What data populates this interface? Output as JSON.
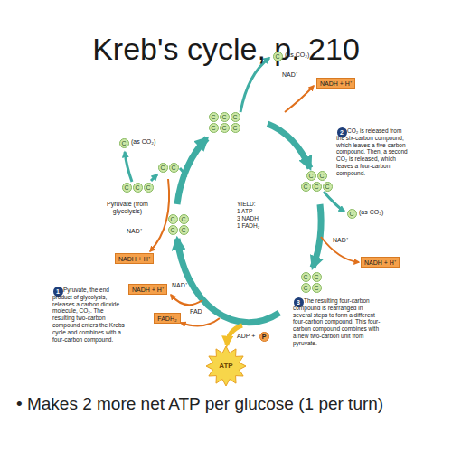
{
  "diagram": {
    "title": "Kreb's cycle, p. 210",
    "nodes": [
      {
        "text": [
          "C"
        ]
      },
      {
        "text": [
          "C"
        ]
      },
      {
        "text": [
          "C"
        ]
      },
      {
        "text": [
          "C"
        ]
      },
      {
        "text": [
          "C"
        ]
      },
      {
        "text": [
          "C"
        ]
      },
      {
        "text": [
          "NADH + H⁺"
        ]
      },
      {
        "text": [
          "1"
        ]
      },
      {
        "text": [
          "C"
        ]
      },
      {
        "text": [
          "C"
        ]
      },
      {
        "text": [
          "C"
        ]
      },
      {
        "text": [
          "C"
        ]
      },
      {
        "text": [
          "C"
        ]
      },
      {
        "text": [
          "C"
        ]
      },
      {
        "text": [
          "C"
        ]
      },
      {
        "text": [
          "NADH + H⁺"
        ]
      },
      {
        "text": [
          "C"
        ]
      },
      {
        "text": [
          "C"
        ]
      },
      {
        "text": [
          "C"
        ]
      },
      {
        "text": [
          "C"
        ]
      },
      {
        "text": [
          "C"
        ]
      },
      {
        "text": [
          "2"
        ]
      },
      {
        "text": [
          "C"
        ]
      },
      {
        "text": [
          "NADH + H⁺"
        ]
      },
      {
        "text": [
          "C"
        ]
      },
      {
        "text": [
          "C"
        ]
      },
      {
        "text": [
          "C"
        ]
      },
      {
        "text": [
          "C"
        ]
      },
      {
        "text": [
          "3"
        ]
      },
      {
        "text": [
          "P"
        ]
      },
      {
        "text": [
          "ATP"
        ]
      },
      {
        "text": [
          "NADH + H⁺"
        ]
      },
      {
        "text": [
          "FADH₂"
        ]
      },
      {
        "text": [
          "C"
        ]
      },
      {
        "text": [
          "C"
        ]
      },
      {
        "text": [
          "C"
        ]
      },
      {
        "text": [
          "C"
        ]
      }
    ],
    "labels": [
      "Pyruvate (from glycolysis)",
      "(as CO₂)",
      "NAD⁺",
      "Pyruvate, the end product of glycolysis, releases a carbon dioxide molecule, CO₂. The resulting two-carbon compound enters the Krebs cycle and combines with a four-carbon compound.",
      "(as CO₂)",
      "NAD⁺",
      "CO₂ is released from the six-carbon compound, which leaves a five-carbon compound. Then, a second CO₂ is released, which leaves a four-carbon compound.",
      "(as CO₂)",
      "NAD⁺",
      "The resulting four-carbon compound is rearranged in several steps to form a different four-carbon compound. This four-carbon compound combines with a new two-carbon unit from pyruvate.",
      "YIELD:",
      "1 ATP",
      "3 NADH",
      "1 FADH₂",
      "ADP +",
      "NAD⁺",
      "FAD",
      "• Makes 2 more net ATP per glucose (1 per turn)"
    ]
  }
}
